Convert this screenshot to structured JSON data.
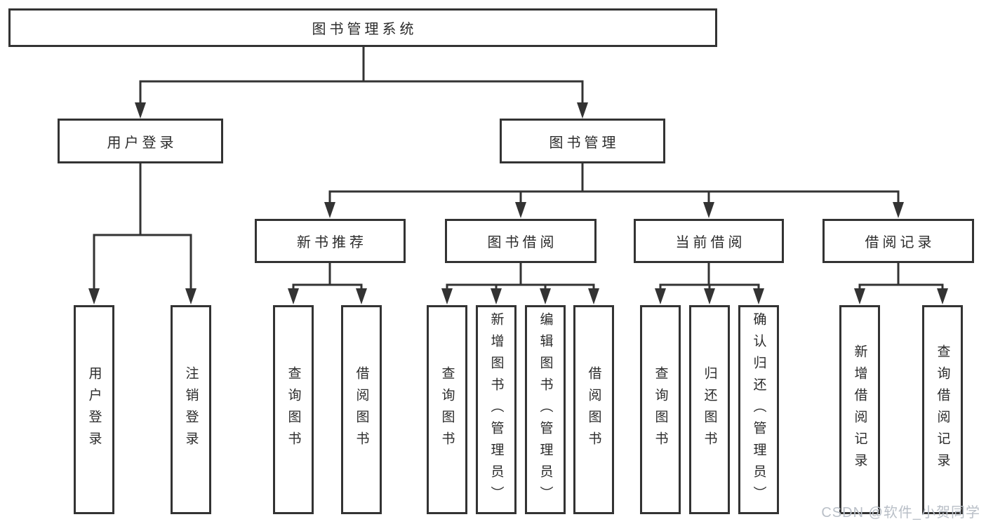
{
  "diagram": {
    "root": {
      "label": "图书管理系统"
    },
    "level2": [
      {
        "label": "用户登录",
        "children": [
          {
            "label": "用户登录"
          },
          {
            "label": "注销登录"
          }
        ]
      },
      {
        "label": "图书管理",
        "children": [
          {
            "label": "新书推荐",
            "children": [
              {
                "label": "查询图书"
              },
              {
                "label": "借阅图书"
              }
            ]
          },
          {
            "label": "图书借阅",
            "children": [
              {
                "label": "查询图书"
              },
              {
                "label": "新增图书（管理员）"
              },
              {
                "label": "编辑图书（管理员）"
              },
              {
                "label": "借阅图书"
              }
            ]
          },
          {
            "label": "当前借阅",
            "children": [
              {
                "label": "查询图书"
              },
              {
                "label": "归还图书"
              },
              {
                "label": "确认归还（管理员）"
              }
            ]
          },
          {
            "label": "借阅记录",
            "children": [
              {
                "label": "新增借阅记录"
              },
              {
                "label": "查询借阅记录"
              }
            ]
          }
        ]
      }
    ]
  },
  "watermark": {
    "text": "CSDN @软件_小贺同学"
  },
  "colors": {
    "line": "#333333",
    "text": "#2b2b2b",
    "watermark": "#b9bfc7",
    "background": "#ffffff"
  }
}
